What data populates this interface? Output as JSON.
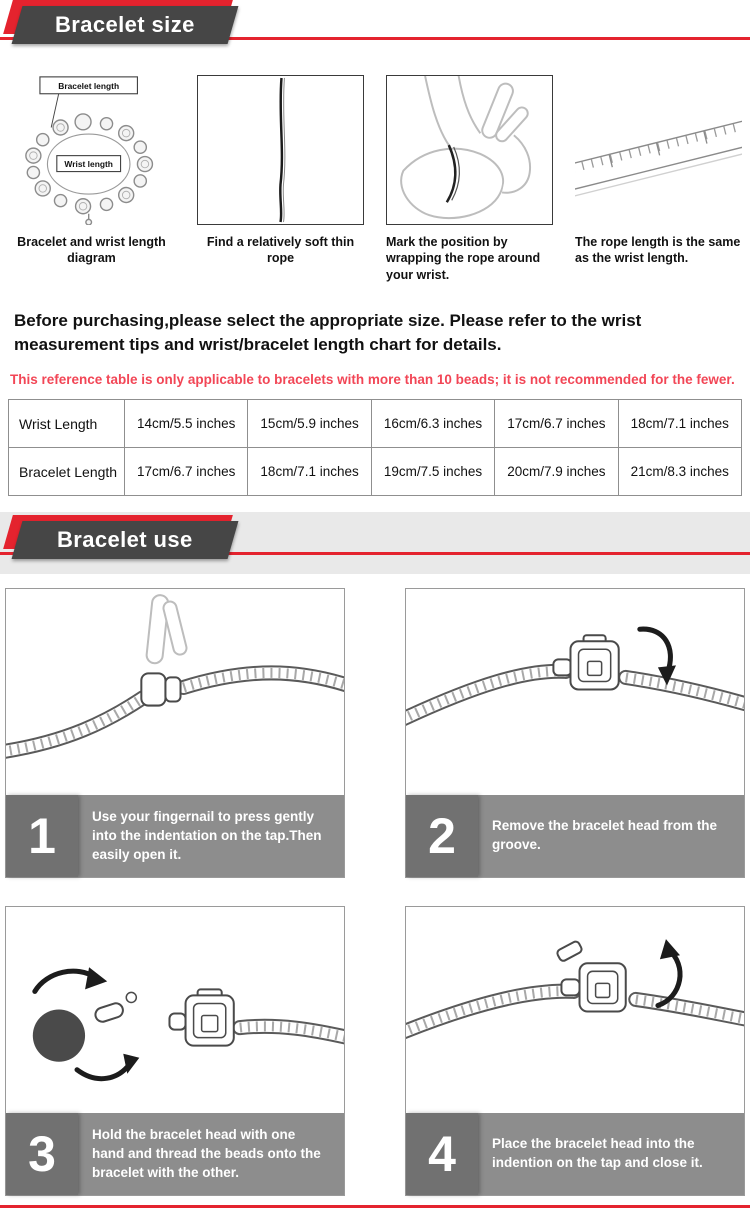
{
  "colors": {
    "accent_red": "#e4232e",
    "note_red": "#f24656",
    "banner_dark": "#464646",
    "caption_gray": "#8d8d8d",
    "number_gray": "#717171"
  },
  "size_section": {
    "banner_label": "Bracelet size",
    "diagram_labels": {
      "bracelet_length": "Bracelet length",
      "wrist_length": "Wrist length"
    },
    "steps": [
      {
        "illustration": "bracelet-and-wrist-diagram",
        "caption": "Bracelet and wrist length diagram"
      },
      {
        "illustration": "soft-thin-rope",
        "caption": "Find a relatively soft thin rope"
      },
      {
        "illustration": "wrap-rope-around-wrist",
        "caption": "Mark the position by wrapping the rope around your wrist."
      },
      {
        "illustration": "measure-rope-with-ruler",
        "caption": "The rope length is the same as the wrist length."
      }
    ],
    "intro": "Before purchasing,please select the appropriate size. Please refer to the wrist measurement tips and wrist/bracelet length chart for details.",
    "note": "This reference table is only applicable to bracelets with more than 10 beads; it is not recommended for the fewer.",
    "table": {
      "rows": [
        {
          "header": "Wrist Length",
          "cells": [
            "14cm/5.5 inches",
            "15cm/5.9 inches",
            "16cm/6.3 inches",
            "17cm/6.7 inches",
            "18cm/7.1 inches"
          ]
        },
        {
          "header": "Bracelet Length",
          "cells": [
            "17cm/6.7 inches",
            "18cm/7.1 inches",
            "19cm/7.5 inches",
            "20cm/7.9 inches",
            "21cm/8.3 inches"
          ]
        }
      ]
    }
  },
  "use_section": {
    "banner_label": "Bracelet use",
    "steps": [
      {
        "number": "1",
        "illustration": "press-tap-open-clasp",
        "text": "Use your fingernail to press gently into the indentation on the tap.Then easily open it."
      },
      {
        "number": "2",
        "illustration": "remove-bracelet-head",
        "text": "Remove the bracelet head from the groove."
      },
      {
        "number": "3",
        "illustration": "thread-beads-onto-bracelet",
        "text": "Hold the bracelet head with one hand and thread the beads onto the bracelet with the other."
      },
      {
        "number": "4",
        "illustration": "close-bracelet-head",
        "text": "Place the bracelet head into the indention on the tap and close it."
      }
    ]
  }
}
